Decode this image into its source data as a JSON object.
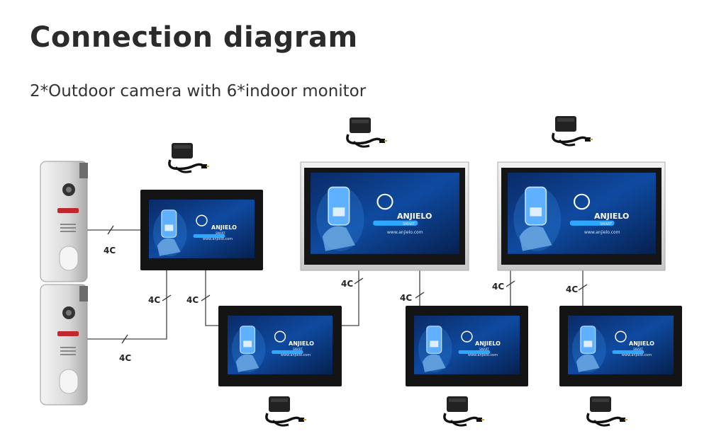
{
  "title": "Connection diagram",
  "subtitle": "2*Outdoor camera with 6*indoor monitor",
  "wire_label": "4C",
  "screen": {
    "brand": "ANJIELO",
    "brand_sub": "SMART",
    "url": "www.anjielo.com"
  },
  "devices": {
    "outdoor_cameras": [
      "camera-1",
      "camera-2"
    ],
    "indoor_monitors": [
      "monitor-1",
      "monitor-2",
      "monitor-3",
      "monitor-4",
      "monitor-5",
      "monitor-6"
    ],
    "power_adapters": [
      "adapter-1",
      "adapter-2",
      "adapter-3",
      "adapter-4",
      "adapter-5",
      "adapter-6"
    ]
  },
  "colors": {
    "screen_bg": "#0b2f73",
    "screen_glow": "#1e72c8",
    "bezel_black": "#111111",
    "bezel_silver": "#d9d9d9",
    "camera_body": "#e6e6e6"
  }
}
